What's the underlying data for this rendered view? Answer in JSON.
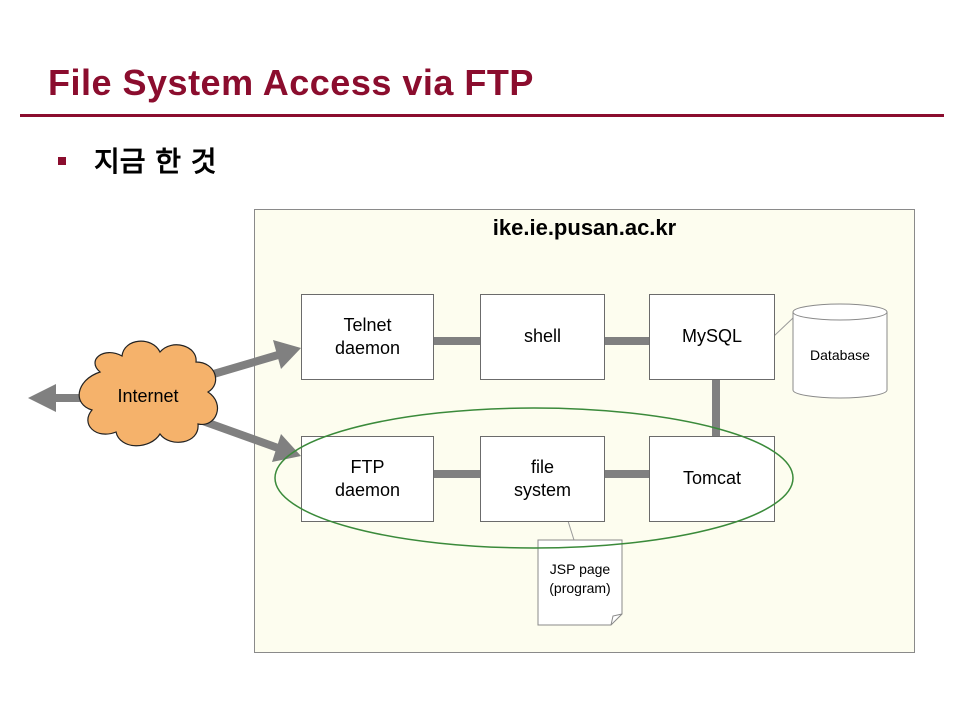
{
  "slide": {
    "title": "File System Access via FTP",
    "bullet": "지금 한 것"
  },
  "diagram": {
    "server_host": "ike.ie.pusan.ac.kr",
    "internet_label": "Internet",
    "components": {
      "telnet_daemon": "Telnet\ndaemon",
      "shell": "shell",
      "mysql": "MySQL",
      "ftp_daemon": "FTP\ndaemon",
      "file_system": "file\nsystem",
      "tomcat": "Tomcat"
    },
    "database_label": "Database",
    "jsp_note": "JSP page\n(program)"
  },
  "colors": {
    "accent": "#8b0d2e",
    "panel_bg": "#fdfdef",
    "connector": "#808080",
    "cloud_fill": "#f5b26b",
    "highlight_ellipse": "#3a8a3a"
  }
}
